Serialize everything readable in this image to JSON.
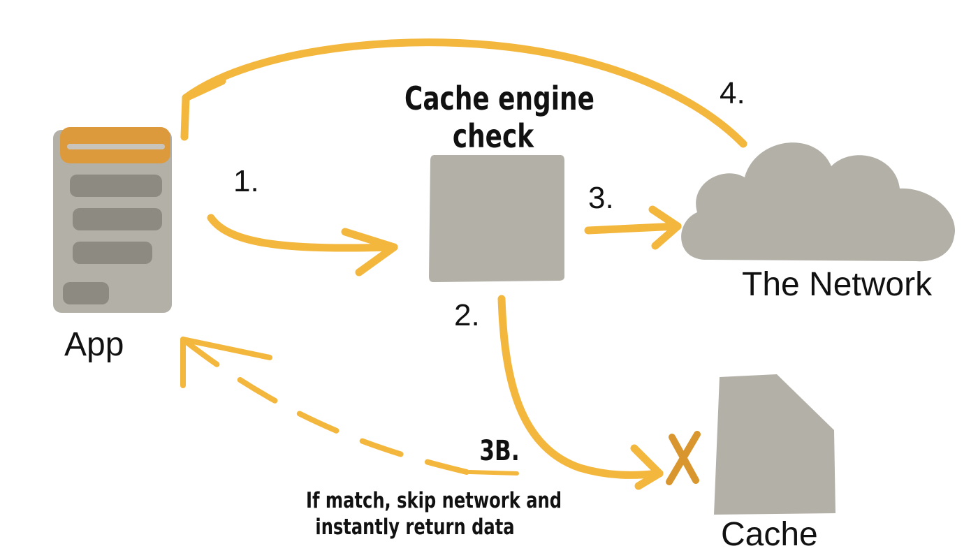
{
  "labels": {
    "app": "App",
    "cache_engine_line1": "Cache engine",
    "cache_engine_line2": "check",
    "network": "The Network",
    "cache": "Cache",
    "note_line1": "If match, skip network and",
    "note_line2": "instantly return data"
  },
  "steps": {
    "s1": "1.",
    "s2": "2.",
    "s3": "3.",
    "s3b": "3B.",
    "s4": "4."
  },
  "colors": {
    "arrow": "#f4b73d",
    "box_gray": "#b3b0a8",
    "app_header": "#dd9a3c",
    "app_row": "#8d8a82",
    "miss_mark": "#d9962e"
  },
  "icons": {
    "app": "mobile-app-icon",
    "engine": "square-box-icon",
    "network": "cloud-icon",
    "cache": "document-icon",
    "miss": "x-mark-icon"
  }
}
